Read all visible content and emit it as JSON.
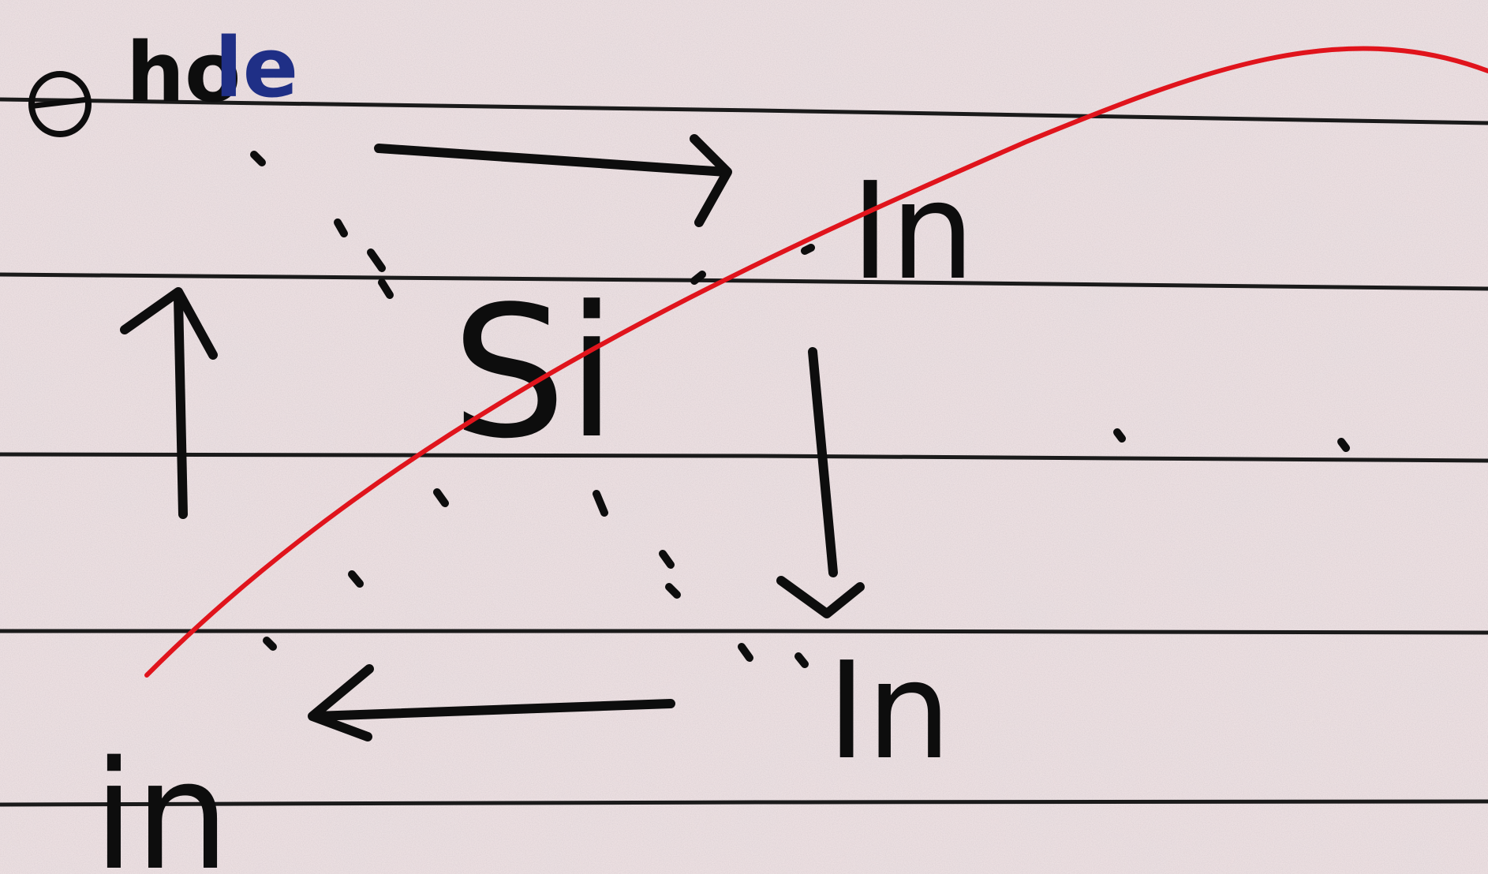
{
  "photo": {
    "description_free": true,
    "paper_color": "#ecdfe1",
    "ink_color": "#0d0d0d",
    "blue_ink_color": "#1f2f86",
    "pen_line_color": "#e0141c",
    "ruled_line_color": "#1a1a1a"
  },
  "labels": {
    "hole_prefix": "ho",
    "hole_suffix": "le",
    "top_right_atom": "In",
    "center_atom": "Si",
    "bottom_right_atom": "In",
    "bottom_left_atom": "in"
  },
  "icons": {
    "arrow_right": "arrow-right-icon",
    "arrow_down": "arrow-down-icon",
    "arrow_left": "arrow-left-icon",
    "arrow_up": "arrow-up-icon",
    "hole_circle": "hole-circle-icon",
    "red_curve": "red-curve-icon"
  }
}
